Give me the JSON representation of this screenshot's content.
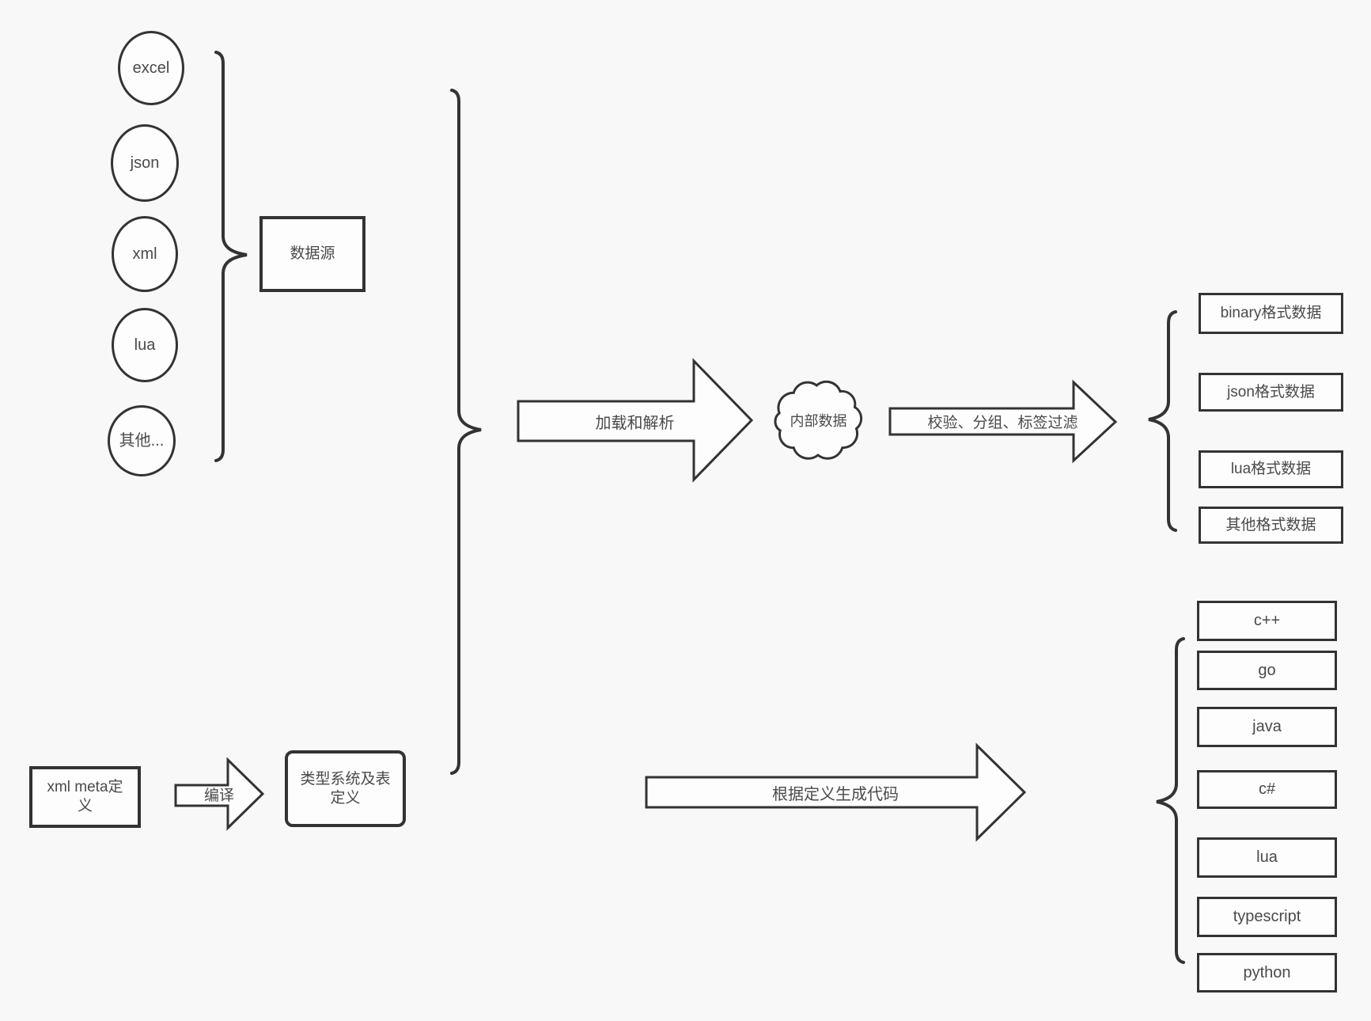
{
  "diagram": {
    "sources": {
      "items": [
        "excel",
        "json",
        "xml",
        "lua",
        "其他..."
      ],
      "group_label": "数据源"
    },
    "arrows": {
      "load": "加载和解析",
      "filter": "校验、分组、标签过滤",
      "compile": "编译",
      "codegen": "根据定义生成代码"
    },
    "cloud_label": "内部数据",
    "outputs": [
      "binary格式数据",
      "json格式数据",
      "lua格式数据",
      "其他格式数据"
    ],
    "meta_label": "xml meta定义",
    "type_label": "类型系统及表定义",
    "languages": [
      "c++",
      "go",
      "java",
      "c#",
      "lua",
      "typescript",
      "python"
    ],
    "colors": {
      "stroke": "#333333",
      "text": "#4a4a4a",
      "shape_fill": "#fdfdfd",
      "background": "#f8f8f8"
    }
  }
}
